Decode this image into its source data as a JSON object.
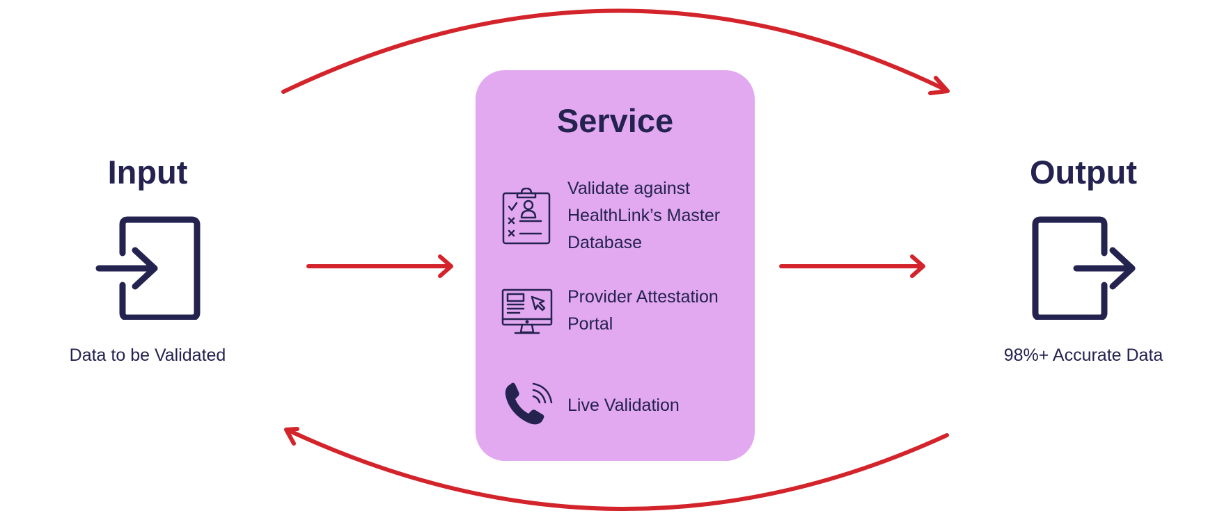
{
  "colors": {
    "navy": "#24224f",
    "arrow_red": "#d3242b",
    "service_bg": "#e2a8f0",
    "background": "#ffffff"
  },
  "input": {
    "title": "Input",
    "caption": "Data to be Validated",
    "icon": "login-arrow-icon"
  },
  "service": {
    "title": "Service",
    "items": [
      {
        "label": "Validate against HealthLink’s Master Database",
        "icon": "clipboard-checklist-icon"
      },
      {
        "label": "Provider Attestation Portal",
        "icon": "monitor-cursor-icon"
      },
      {
        "label": "Live Validation",
        "icon": "phone-ringing-icon"
      }
    ]
  },
  "output": {
    "title": "Output",
    "caption": "98%+ Accurate Data",
    "icon": "logout-arrow-icon"
  }
}
